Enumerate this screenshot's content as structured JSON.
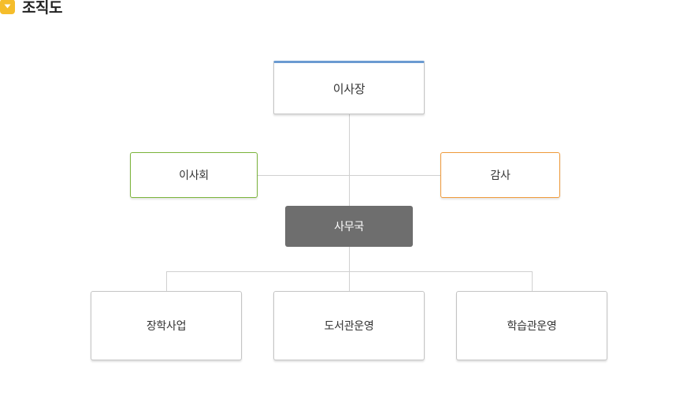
{
  "heading": {
    "title": "조직도",
    "icon": "chevron-down-icon",
    "icon_color": "#f5bd2b"
  },
  "org_chart": {
    "chair": {
      "label": "이사장",
      "accent_color": "#6b9bd1"
    },
    "board": {
      "label": "이사회",
      "border_color": "#7ab33a"
    },
    "audit": {
      "label": "감사",
      "border_color": "#ee9a3a"
    },
    "office": {
      "label": "사무국",
      "background_color": "#6e6e6e"
    },
    "departments": [
      {
        "label": "장학사업"
      },
      {
        "label": "도서관운영"
      },
      {
        "label": "학습관운영"
      }
    ]
  }
}
